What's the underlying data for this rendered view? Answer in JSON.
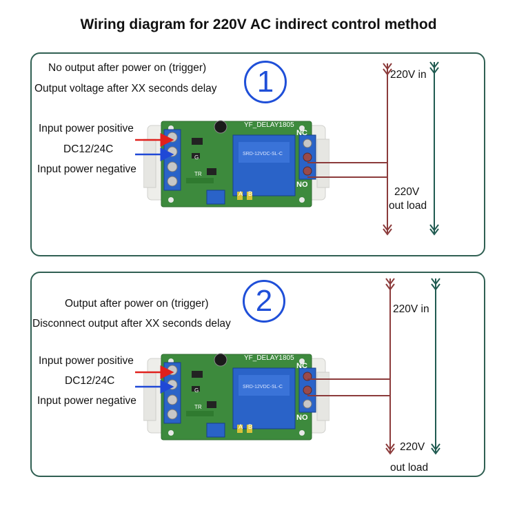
{
  "title": "Wiring diagram for 220V AC indirect control method",
  "colors": {
    "panel_border": "#2f5f52",
    "arrow_red": "#e0201c",
    "arrow_blue": "#1f48d6",
    "line_brown": "#8b3a3a",
    "line_teal": "#1f5a50",
    "circle_blue": "#1f4fd8",
    "relay_blue": "#2a63c8",
    "pcb_green": "#3d8a3d"
  },
  "panels": [
    {
      "number": "1",
      "mode_line1": "No output after power on (trigger)",
      "mode_line2": "Output voltage after XX seconds delay",
      "input_positive": "Input power positive",
      "input_voltage": "DC12/24C",
      "input_negative": "Input power negative",
      "ac_in": "220V in",
      "out_load_voltage": "220V",
      "out_load": "out load",
      "board_label": "YF_DELAY1805",
      "relay_text": "SRD-12VDC-SL-C",
      "terminal_nc": "NC",
      "terminal_no": "NO",
      "pin_a": "A",
      "pin_b": "B",
      "pin_tr": "TR",
      "pin_g": "G"
    },
    {
      "number": "2",
      "mode_line1": "Output after power on (trigger)",
      "mode_line2": "Disconnect output after XX seconds delay",
      "input_positive": "Input power positive",
      "input_voltage": "DC12/24C",
      "input_negative": "Input power negative",
      "ac_in": "220V in",
      "out_load_voltage": "220V",
      "out_load": "out load",
      "board_label": "YF_DELAY1805",
      "relay_text": "SRD-12VDC-SL-C",
      "terminal_nc": "NC",
      "terminal_no": "NO",
      "pin_a": "A",
      "pin_b": "B",
      "pin_tr": "TR",
      "pin_g": "G"
    }
  ]
}
